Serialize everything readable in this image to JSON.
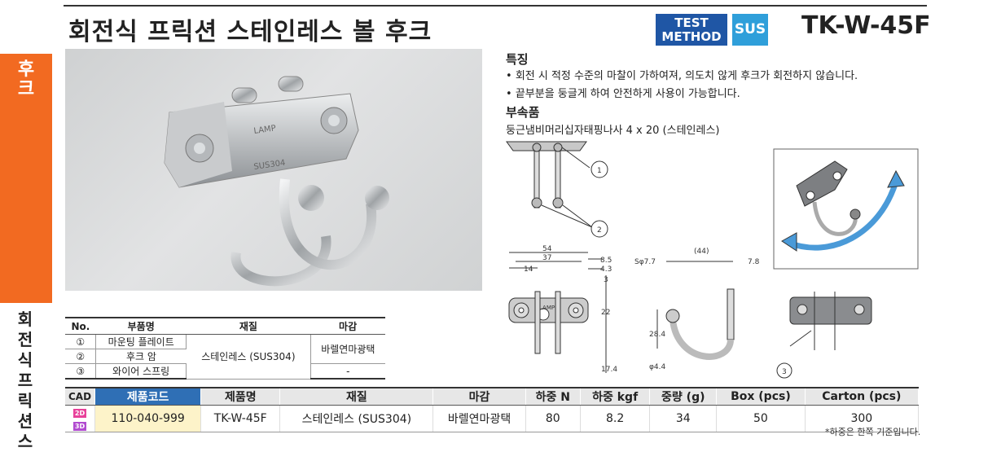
{
  "sidebar": {
    "tab_label": "후크",
    "category": "회전식 프릭션 스"
  },
  "header": {
    "title": "회전식 프릭션 스테인레스 볼 후크",
    "badge_test_line1": "TEST",
    "badge_test_line2": "METHOD 4",
    "badge_sus": "SUS",
    "product_code": "TK-W-45F"
  },
  "photo": {
    "plate_text_brand": "LAMP",
    "plate_text_material": "SUS304"
  },
  "features": {
    "heading": "특징",
    "items": [
      "회전 시 적정 수준의 마찰이 가하여져, 의도치 않게 후크가 회전하지 않습니다.",
      "끝부분을 둥글게 하여 안전하게 사용이 가능합니다."
    ]
  },
  "accessories": {
    "heading": "부속품",
    "text": "둥근냄비머리십자태핑나사 4 x 20 (스테인레스)"
  },
  "diagram": {
    "callouts": [
      "1",
      "2",
      "3"
    ],
    "dims_top": [
      "54",
      "37",
      "14",
      "8.5",
      "4.3",
      "3"
    ],
    "dims_side": [
      "22",
      "17.4"
    ],
    "dims_hook": [
      "Sφ7.7",
      "(44)",
      "7.8",
      "28.4",
      "φ4.4"
    ],
    "plate_label": "LAMP"
  },
  "parts_table": {
    "headers": [
      "No.",
      "부품명",
      "재질",
      "마감"
    ],
    "rows": [
      {
        "no": "①",
        "name": "마운팅 플레이트"
      },
      {
        "no": "②",
        "name": "후크 암"
      },
      {
        "no": "③",
        "name": "와이어 스프링"
      }
    ],
    "material_merged": "스테인레스 (SUS304)",
    "finish_merged": "바렐연마광택",
    "finish_row3": "-"
  },
  "spec_table": {
    "headers": [
      "CAD",
      "제품코드",
      "제품명",
      "재질",
      "마감",
      "하중 N",
      "하중 kgf",
      "중량 (g)",
      "Box (pcs)",
      "Carton (pcs)"
    ],
    "cad_icons": [
      "2D",
      "3D"
    ],
    "row": [
      "110-040-999",
      "TK-W-45F",
      "스테인레스 (SUS304)",
      "바렐연마광택",
      "80",
      "8.2",
      "34",
      "50",
      "300"
    ]
  },
  "footnote": "*하중은 한쪽 기준입니다.",
  "colors": {
    "accent_orange": "#f26a21",
    "badge_blue": "#1f56a5",
    "badge_sus": "#2f9fda",
    "arrow_blue": "#4a9ad8"
  }
}
